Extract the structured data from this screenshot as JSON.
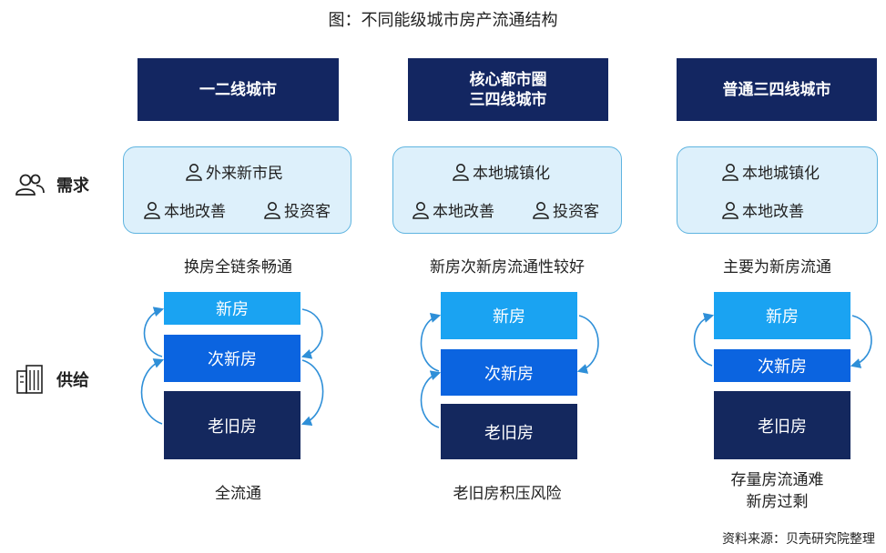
{
  "title": "图：不同能级城市房产流通结构",
  "row_labels": {
    "demand": "需求",
    "supply": "供给"
  },
  "columns": [
    {
      "header_lines": [
        "一二线城市"
      ],
      "demand_items": [
        "外来新市民",
        "本地改善",
        "投资客"
      ],
      "demand_caption": "换房全链条畅通",
      "supply_blocks": [
        "新房",
        "次新房",
        "老旧房"
      ],
      "supply_caption_lines": [
        "全流通"
      ]
    },
    {
      "header_lines": [
        "核心都市圈",
        "三四线城市"
      ],
      "demand_items": [
        "本地城镇化",
        "本地改善",
        "投资客"
      ],
      "demand_caption": "新房次新房流通性较好",
      "supply_blocks": [
        "新房",
        "次新房",
        "老旧房"
      ],
      "supply_caption_lines": [
        "老旧房积压风险"
      ]
    },
    {
      "header_lines": [
        "普通三四线城市"
      ],
      "demand_items": [
        "本地城镇化",
        "本地改善"
      ],
      "demand_caption": "主要为新房流通",
      "supply_blocks": [
        "新房",
        "次新房",
        "老旧房"
      ],
      "supply_caption_lines": [
        "存量房流通难",
        "新房过剩"
      ]
    }
  ],
  "source": "资料来源：贝壳研究院整理",
  "colors": {
    "header_bg": "#132661",
    "demand_bg": "#ddf0fb",
    "demand_border": "#5fb4e0",
    "new_house": "#1aa3f2",
    "sub_new_house": "#0b64e0",
    "old_house": "#14285e",
    "arrow": "#2e8fd8"
  },
  "icons": {
    "demand": "people-icon",
    "supply": "building-icon",
    "item": "person-icon"
  }
}
